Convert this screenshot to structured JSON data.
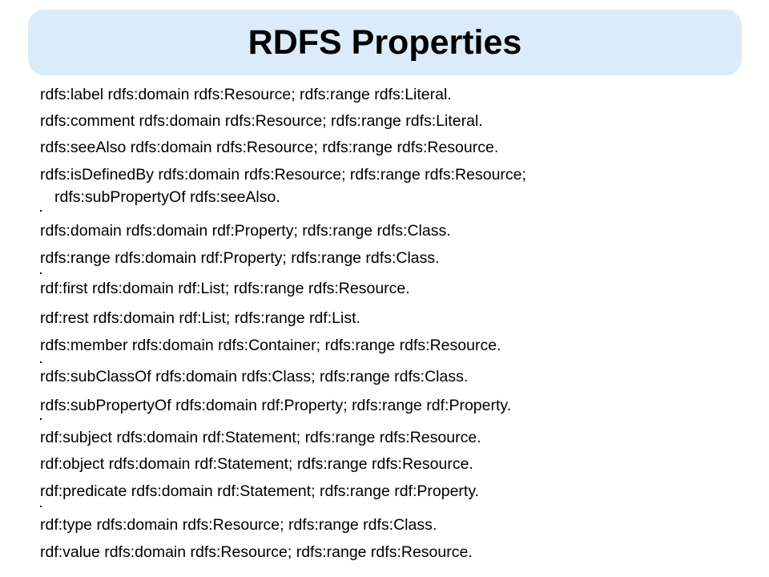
{
  "title": "RDFS Properties",
  "lines": [
    "rdfs:label rdfs:domain rdfs:Resource; rdfs:range rdfs:Literal.",
    "rdfs:comment rdfs:domain rdfs:Resource; rdfs:range rdfs:Literal.",
    "rdfs:seeAlso rdfs:domain rdfs:Resource; rdfs:range rdfs:Resource.",
    "rdfs:isDefinedBy rdfs:domain rdfs:Resource; rdfs:range rdfs:Resource;",
    "rdfs:subPropertyOf rdfs:seeAlso.",
    "rdfs:domain rdfs:domain rdf:Property; rdfs:range rdfs:Class.",
    "rdfs:range rdfs:domain rdf:Property; rdfs:range rdfs:Class.",
    "rdf:first rdfs:domain rdf:List; rdfs:range rdfs:Resource.",
    "rdf:rest rdfs:domain rdf:List; rdfs:range rdf:List.",
    "rdfs:member rdfs:domain rdfs:Container; rdfs:range rdfs:Resource.",
    "rdfs:subClassOf rdfs:domain rdfs:Class; rdfs:range rdfs:Class.",
    "rdfs:subPropertyOf rdfs:domain rdf:Property; rdfs:range rdf:Property.",
    "rdf:subject rdfs:domain rdf:Statement; rdfs:range rdfs:Resource.",
    "rdf:object rdfs:domain rdf:Statement; rdfs:range rdfs:Resource.",
    "rdf:predicate rdfs:domain rdf:Statement; rdfs:range rdf:Property.",
    "rdf:type rdfs:domain rdfs:Resource; rdfs:range rdfs:Class.",
    "rdf:value rdfs:domain rdfs:Resource; rdfs:range rdfs:Resource."
  ]
}
